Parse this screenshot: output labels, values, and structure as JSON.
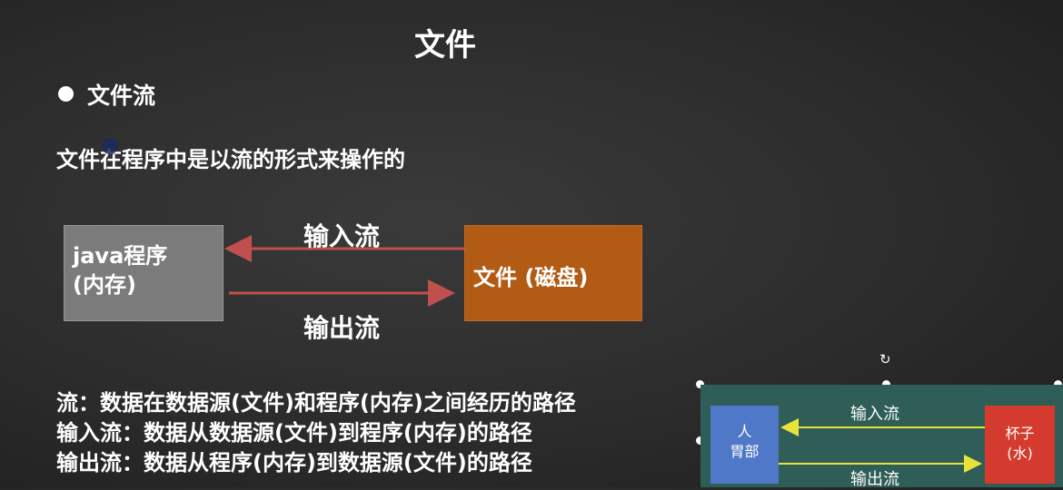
{
  "slide": {
    "title": "文件",
    "bullet": "文件流",
    "intro": "文件在程序中是以流的形式来操作的"
  },
  "diagram": {
    "program_box": "java程序\n(内存)",
    "file_box": "文件 (磁盘)",
    "input_stream": "输入流",
    "output_stream": "输出流",
    "colors": {
      "program": "#7b7b7b",
      "file": "#b25b14",
      "arrow": "#c0504d"
    }
  },
  "definitions": [
    "流：数据在数据源(文件)和程序(内存)之间经历的路径",
    "输入流：数据从数据源(文件)到程序(内存)的路径",
    "输出流：数据从程序(内存)到数据源(文件)的路径"
  ],
  "mini_diagram": {
    "person_line1": "人",
    "person_line2": "胃部",
    "cup_line1": "杯子",
    "cup_line2": "(水)",
    "input_label": "输入流",
    "output_label": "输出流",
    "colors": {
      "background": "#2e5e57",
      "person": "#4f78c9",
      "cup": "#d43a2e",
      "arrow": "#e8e23a"
    }
  }
}
